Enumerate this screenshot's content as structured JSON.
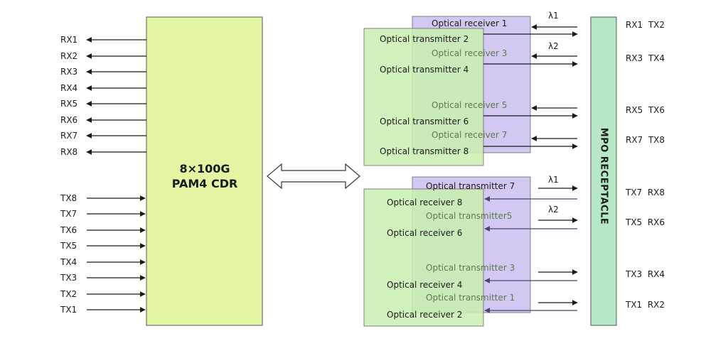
{
  "colors": {
    "cdr_fill": "#e2f5a3",
    "receiver_fill": "#d2c8f2",
    "transmitter_fill": "#c9f0b0",
    "mpo_fill": "#b6e8c8",
    "line": "#1a1a1a",
    "purple_arrow": "#4a4470"
  },
  "cdr": {
    "line1": "8×100G",
    "line2": "PAM4 CDR"
  },
  "mpo": {
    "label": "MPO RECEPTACLE"
  },
  "left_rx": [
    "RX1",
    "RX2",
    "RX3",
    "RX4",
    "RX5",
    "RX6",
    "RX7",
    "RX8"
  ],
  "left_tx": [
    "TX8",
    "TX7",
    "TX6",
    "TX5",
    "TX4",
    "TX3",
    "TX2",
    "TX1"
  ],
  "upper_group": {
    "back_labels": [
      "Optical receiver 1",
      "Optical receiver 3",
      "Optical receiver 5",
      "Optical receiver 7"
    ],
    "front_labels": [
      "Optical transmitter 2",
      "Optical transmitter 4",
      "Optical transmitter 6",
      "Optical transmitter 8"
    ]
  },
  "lower_group": {
    "back_labels": [
      "Optical transmitter 7",
      "Optical transmitter5",
      "Optical transmitter 3",
      "Optical transmitter 1"
    ],
    "front_labels": [
      "Optical receiver 8",
      "Optical receiver 6",
      "Optical receiver 4",
      "Optical receiver 2"
    ]
  },
  "wavelengths": {
    "upper_1": "λ1",
    "upper_2": "λ2",
    "lower_1": "λ1",
    "lower_2": "λ2"
  },
  "fiber_labels": [
    "RX1  TX2",
    "RX3  TX4",
    "RX5  TX6",
    "RX7  TX8",
    "TX7  RX8",
    "TX5  RX6",
    "TX3  RX4",
    "TX1  RX2"
  ]
}
